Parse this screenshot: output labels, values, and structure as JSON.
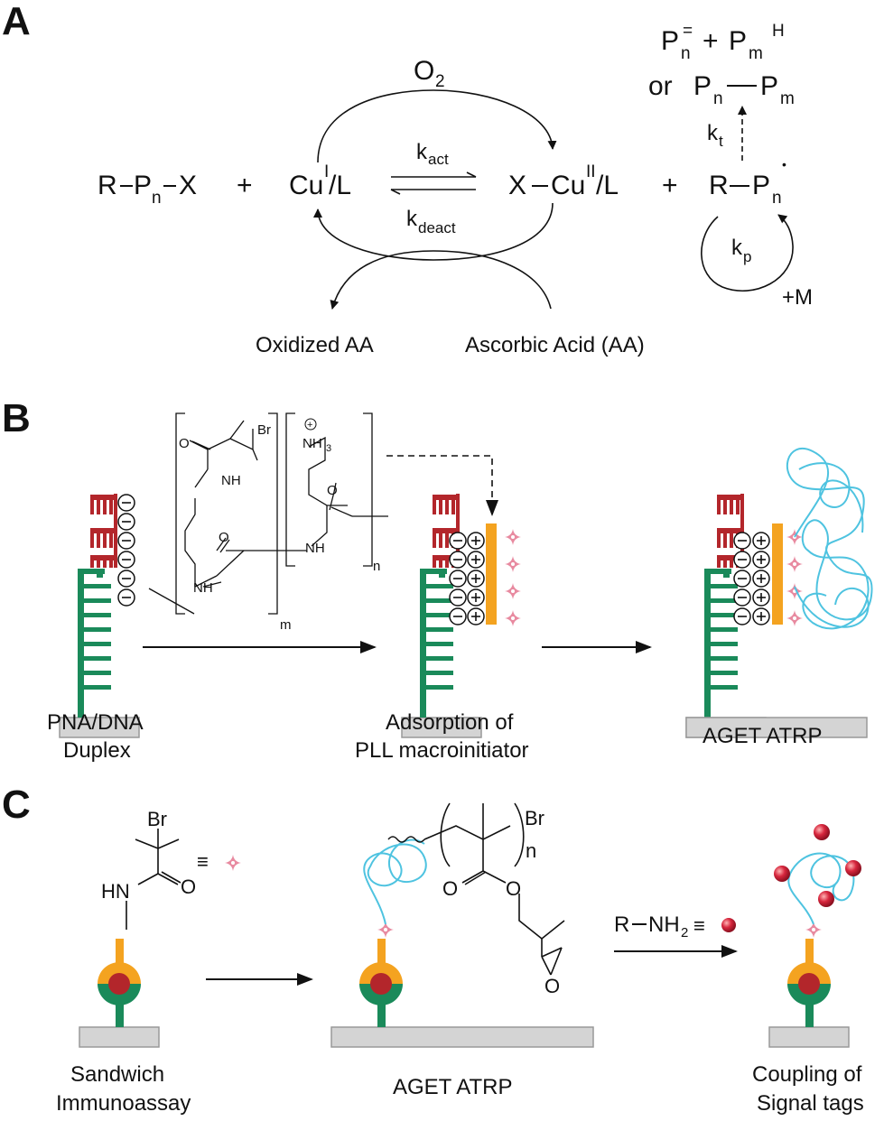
{
  "panels": {
    "a": "A",
    "b": "B",
    "c": "C"
  },
  "panel_a": {
    "reactant_r": "R",
    "reactant_p": "P",
    "reactant_n": "n",
    "reactant_x": "X",
    "plus": "+",
    "cu1": "Cu",
    "cu1_sup": "I",
    "cu1_l": "/L",
    "cu2_x": "X",
    "cu2": "Cu",
    "cu2_sup": "II",
    "cu2_l": "/L",
    "o2": "O",
    "o2_sub": "2",
    "kact": "k",
    "kact_sub": "act",
    "kdeact": "k",
    "kdeact_sub": "deact",
    "radical_r": "R",
    "radical_p": "P",
    "radical_n": "n",
    "radical_dot": "•",
    "kt": "k",
    "kt_sub": "t",
    "kp": "k",
    "kp_sub": "p",
    "plus_m": "+M",
    "term_p1": "P",
    "term_n1": "n",
    "term_eq": "=",
    "term_plus": "+",
    "term_p2": "P",
    "term_m": "m",
    "term_h": "H",
    "term_or": "or",
    "term_p3": "P",
    "term_n3": "n",
    "term_p4": "P",
    "term_m4": "m",
    "oxidized_aa": "Oxidized AA",
    "ascorbic_acid": "Ascorbic Acid (AA)"
  },
  "panel_b": {
    "pll_br": "Br",
    "pll_o1": "O",
    "pll_nh1": "NH",
    "pll_nh2": "NH",
    "pll_o2": "O",
    "pll_nh3": "NH",
    "pll_nh3_sub": "3",
    "pll_plus": "+",
    "pll_nh4": "NH",
    "pll_m": "m",
    "pll_n": "n",
    "charge_minus": "−",
    "charge_plus": "+",
    "label1_line1": "PNA/DNA",
    "label1_line2": "Duplex",
    "label2_line1": "Adsorption of",
    "label2_line2": "PLL macroinitiator",
    "label3": "AGET ATRP"
  },
  "panel_c": {
    "br1": "Br",
    "o1": "O",
    "hn": "HN",
    "equiv": "≡",
    "br2": "Br",
    "n": "n",
    "o2": "O",
    "o3": "O",
    "o4": "O",
    "r": "R",
    "nh2": "NH",
    "nh2_sub": "2",
    "label1_line1": "Sandwich",
    "label1_line2": "Immunoassay",
    "label2": "AGET ATRP",
    "label3_line1": "Coupling of",
    "label3_line2": "Signal tags"
  },
  "colors": {
    "red": "#b3262b",
    "green": "#1a8a5a",
    "orange": "#f4a320",
    "blue": "#4ec3e0",
    "pink": "#e88aa0",
    "surface": "#cfcfcf",
    "bead": "#d7263d"
  }
}
